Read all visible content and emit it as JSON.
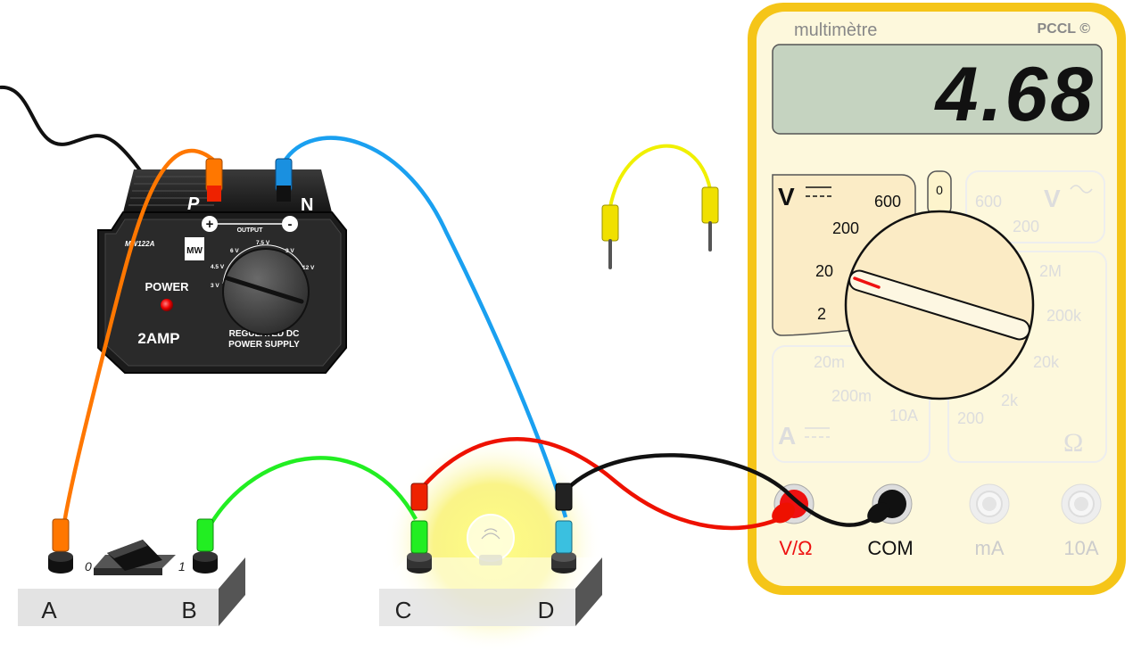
{
  "app": {
    "copyright": "PCCL ©"
  },
  "power_supply": {
    "model": "MW122A",
    "logo": "MW",
    "terminal_p": "P",
    "terminal_n": "N",
    "plus_sign": "+",
    "minus_sign": "-",
    "output_label": "OUTPUT",
    "power_label": "POWER",
    "amp_label": "2AMP",
    "desc_line1": "REGULATED DC",
    "desc_line2": "POWER SUPPLY",
    "voltage_marks": [
      "3 V",
      "4.5 V",
      "6 V",
      "7.5 V",
      "9 V",
      "12 V"
    ]
  },
  "switch_board": {
    "label_a": "A",
    "label_b": "B",
    "pos_off": "0",
    "pos_on": "1"
  },
  "lamp_board": {
    "label_c": "C",
    "label_d": "D"
  },
  "multimeter": {
    "title": "multimètre",
    "reading": "4.68",
    "dc_volt_symbol": "V",
    "ranges_dcv": [
      "600",
      "200",
      "20",
      "2"
    ],
    "off_label": "0",
    "ranges_acv": [
      "600",
      "200"
    ],
    "ac_volt_symbol": "V",
    "ranges_ohm": [
      "2M",
      "200k",
      "20k",
      "2k",
      "200"
    ],
    "ohm_symbol": "Ω",
    "ranges_amp": [
      "20m",
      "200m",
      "10A"
    ],
    "amp_symbol": "A",
    "jack_v_ohm": "V/Ω",
    "jack_com": "COM",
    "jack_ma": "mA",
    "jack_10a": "10A"
  },
  "colors": {
    "meter_frame": "#f5c518",
    "meter_body": "#fdf8dc",
    "lcd": "#c5d3c0",
    "wire_orange": "#ff7700",
    "wire_blue": "#1aa0f0",
    "wire_green": "#22ee22",
    "wire_red": "#ee1100",
    "wire_black": "#111111",
    "wire_yellow": "#f0f000"
  }
}
